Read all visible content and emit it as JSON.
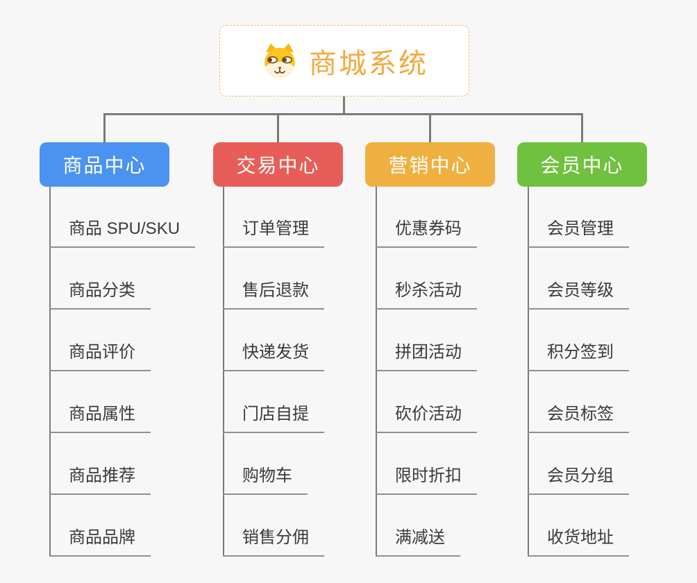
{
  "root": {
    "title": "商城系统",
    "icon": "dog-face-icon"
  },
  "colors": {
    "background": "#f7f7f7",
    "root_border": "#f5b866",
    "root_text": "#f2a93d",
    "connector": "#7a7a7a",
    "underline": "#8f8f8f",
    "leaf_text": "#3a3a3a"
  },
  "branches": [
    {
      "label": "商品中心",
      "color": "#4b93f0",
      "items": [
        "商品 SPU/SKU",
        "商品分类",
        "商品评价",
        "商品属性",
        "商品推荐",
        "商品品牌"
      ]
    },
    {
      "label": "交易中心",
      "color": "#e95d58",
      "items": [
        "订单管理",
        "售后退款",
        "快递发货",
        "门店自提",
        "购物车",
        "销售分佣"
      ]
    },
    {
      "label": "营销中心",
      "color": "#efb041",
      "items": [
        "优惠券码",
        "秒杀活动",
        "拼团活动",
        "砍价活动",
        "限时折扣",
        "满减送"
      ]
    },
    {
      "label": "会员中心",
      "color": "#70c13f",
      "items": [
        "会员管理",
        "会员等级",
        "积分签到",
        "会员标签",
        "会员分组",
        "收货地址"
      ]
    }
  ]
}
